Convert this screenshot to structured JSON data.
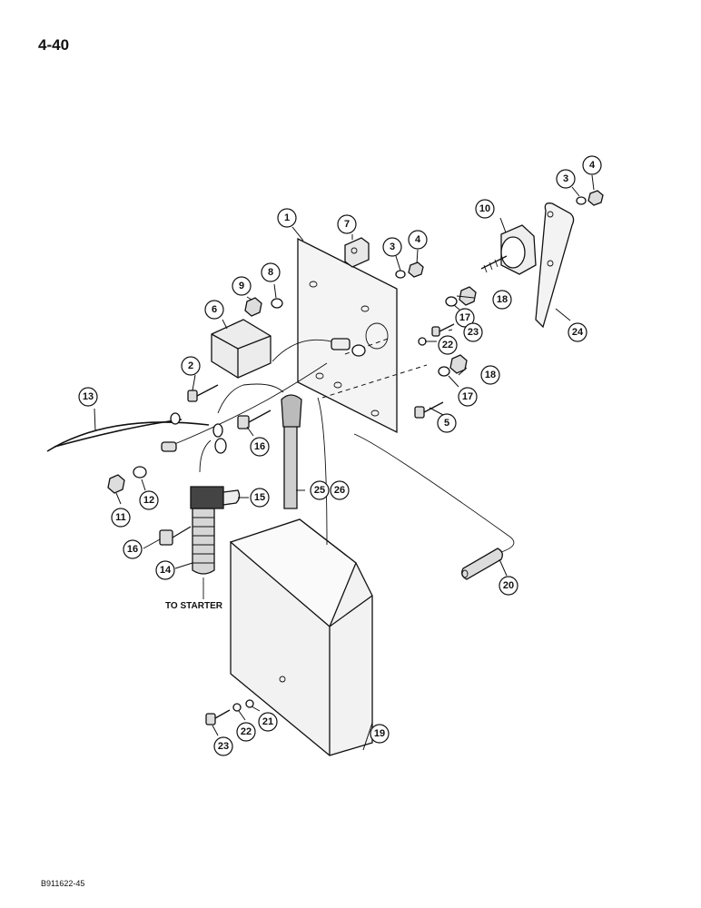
{
  "page": {
    "number": "4-40",
    "doc_code": "B911622-45"
  },
  "labels": {
    "to_starter": "TO STARTER"
  },
  "callouts": [
    {
      "id": "c1",
      "text": "1"
    },
    {
      "id": "c2",
      "text": "2"
    },
    {
      "id": "c3a",
      "text": "3"
    },
    {
      "id": "c3b",
      "text": "3"
    },
    {
      "id": "c4a",
      "text": "4"
    },
    {
      "id": "c4b",
      "text": "4"
    },
    {
      "id": "c5",
      "text": "5"
    },
    {
      "id": "c6",
      "text": "6"
    },
    {
      "id": "c7",
      "text": "7"
    },
    {
      "id": "c8",
      "text": "8"
    },
    {
      "id": "c9",
      "text": "9"
    },
    {
      "id": "c10",
      "text": "10"
    },
    {
      "id": "c11",
      "text": "11"
    },
    {
      "id": "c12",
      "text": "12"
    },
    {
      "id": "c13",
      "text": "13"
    },
    {
      "id": "c14",
      "text": "14"
    },
    {
      "id": "c15",
      "text": "15"
    },
    {
      "id": "c16a",
      "text": "16"
    },
    {
      "id": "c16b",
      "text": "16"
    },
    {
      "id": "c17a",
      "text": "17"
    },
    {
      "id": "c17b",
      "text": "17"
    },
    {
      "id": "c18a",
      "text": "18"
    },
    {
      "id": "c18b",
      "text": "18"
    },
    {
      "id": "c19",
      "text": "19"
    },
    {
      "id": "c20",
      "text": "20"
    },
    {
      "id": "c21",
      "text": "21"
    },
    {
      "id": "c22a",
      "text": "22"
    },
    {
      "id": "c22b",
      "text": "22"
    },
    {
      "id": "c23a",
      "text": "23"
    },
    {
      "id": "c23b",
      "text": "23"
    },
    {
      "id": "c24",
      "text": "24"
    },
    {
      "id": "c25",
      "text": "25"
    },
    {
      "id": "c26",
      "text": "26"
    }
  ]
}
